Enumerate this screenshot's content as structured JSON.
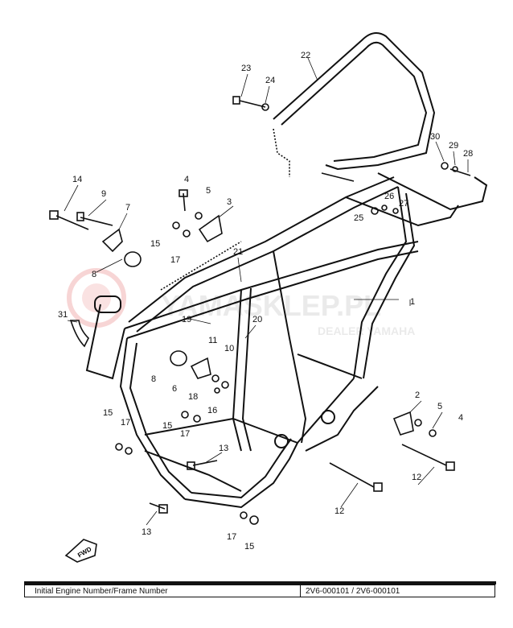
{
  "watermark": {
    "brand": "YAMASKLEP.PL",
    "tagline": "DEALER YAMAHA",
    "logo_color": "#e04040"
  },
  "fwd_label": "FWD",
  "footer": {
    "label": "Initial Engine Number/Frame Number",
    "value": "2V6-000101 / 2V6-000101"
  },
  "callouts": [
    "1",
    "2",
    "3",
    "4",
    "5",
    "6",
    "7",
    "8",
    "9",
    "10",
    "11",
    "12",
    "13",
    "14",
    "15",
    "16",
    "17",
    "18",
    "19",
    "20",
    "21",
    "22",
    "23",
    "24",
    "25",
    "26",
    "27",
    "28",
    "29",
    "30",
    "31",
    "8",
    "6",
    "15",
    "17",
    "13",
    "12",
    "15",
    "17",
    "2",
    "5",
    "4",
    "12",
    "13",
    "17",
    "15",
    "15",
    "17"
  ]
}
